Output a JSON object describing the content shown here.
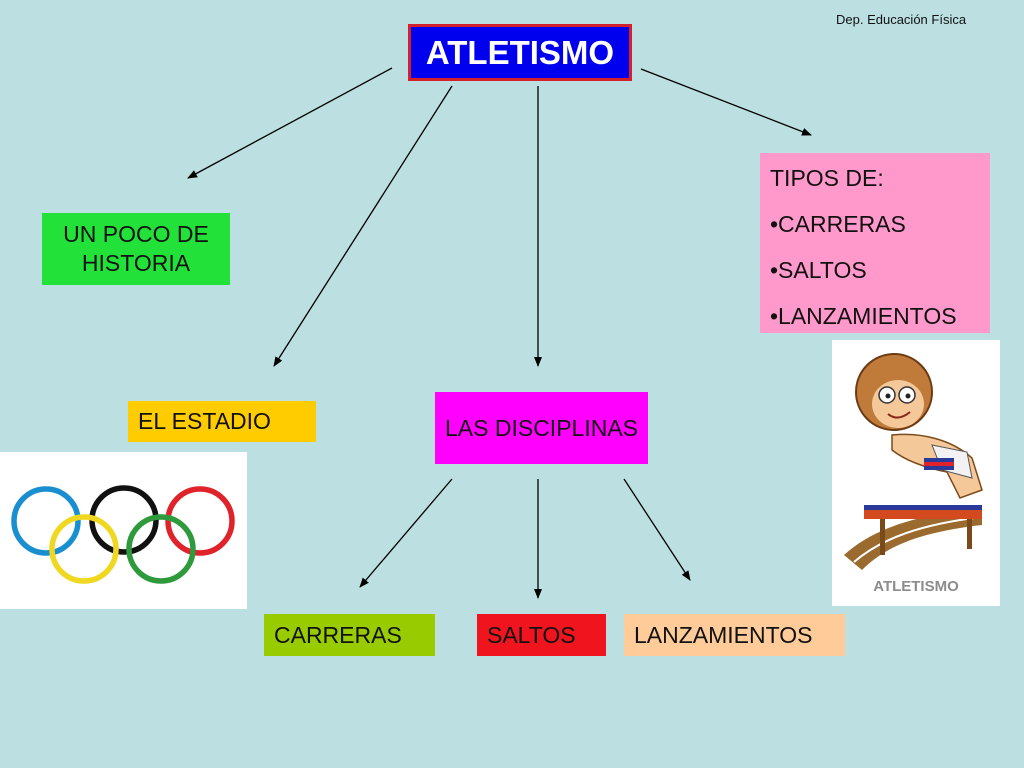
{
  "credit": "Dep. Educación Física",
  "title": "ATLETISMO",
  "historia": "UN POCO DE HISTORIA",
  "tipos": {
    "header": "TIPOS DE:",
    "items": [
      "•CARRERAS",
      "•SALTOS",
      "•LANZAMIENTOS"
    ]
  },
  "estadio": "EL ESTADIO",
  "disciplinas": "LAS DISCIPLINAS",
  "leaves": {
    "carreras": "CARRERAS",
    "saltos": "SALTOS",
    "lanzamientos": "LANZAMIENTOS"
  },
  "athlete_caption": "ATLETISMO",
  "colors": {
    "background": "#bcdfe2",
    "title_bg": "#0000ee",
    "title_border": "#d4202a",
    "historia": "#22e23a",
    "tipos": "#ff99cc",
    "estadio": "#ffcc00",
    "disciplinas": "#ff00ff",
    "carreras": "#99cc00",
    "saltos": "#f0141e",
    "lanzamientos": "#ffcc99"
  },
  "images": {
    "olympic_rings": "olympic-rings",
    "athlete": "cartoon-hurdler"
  }
}
